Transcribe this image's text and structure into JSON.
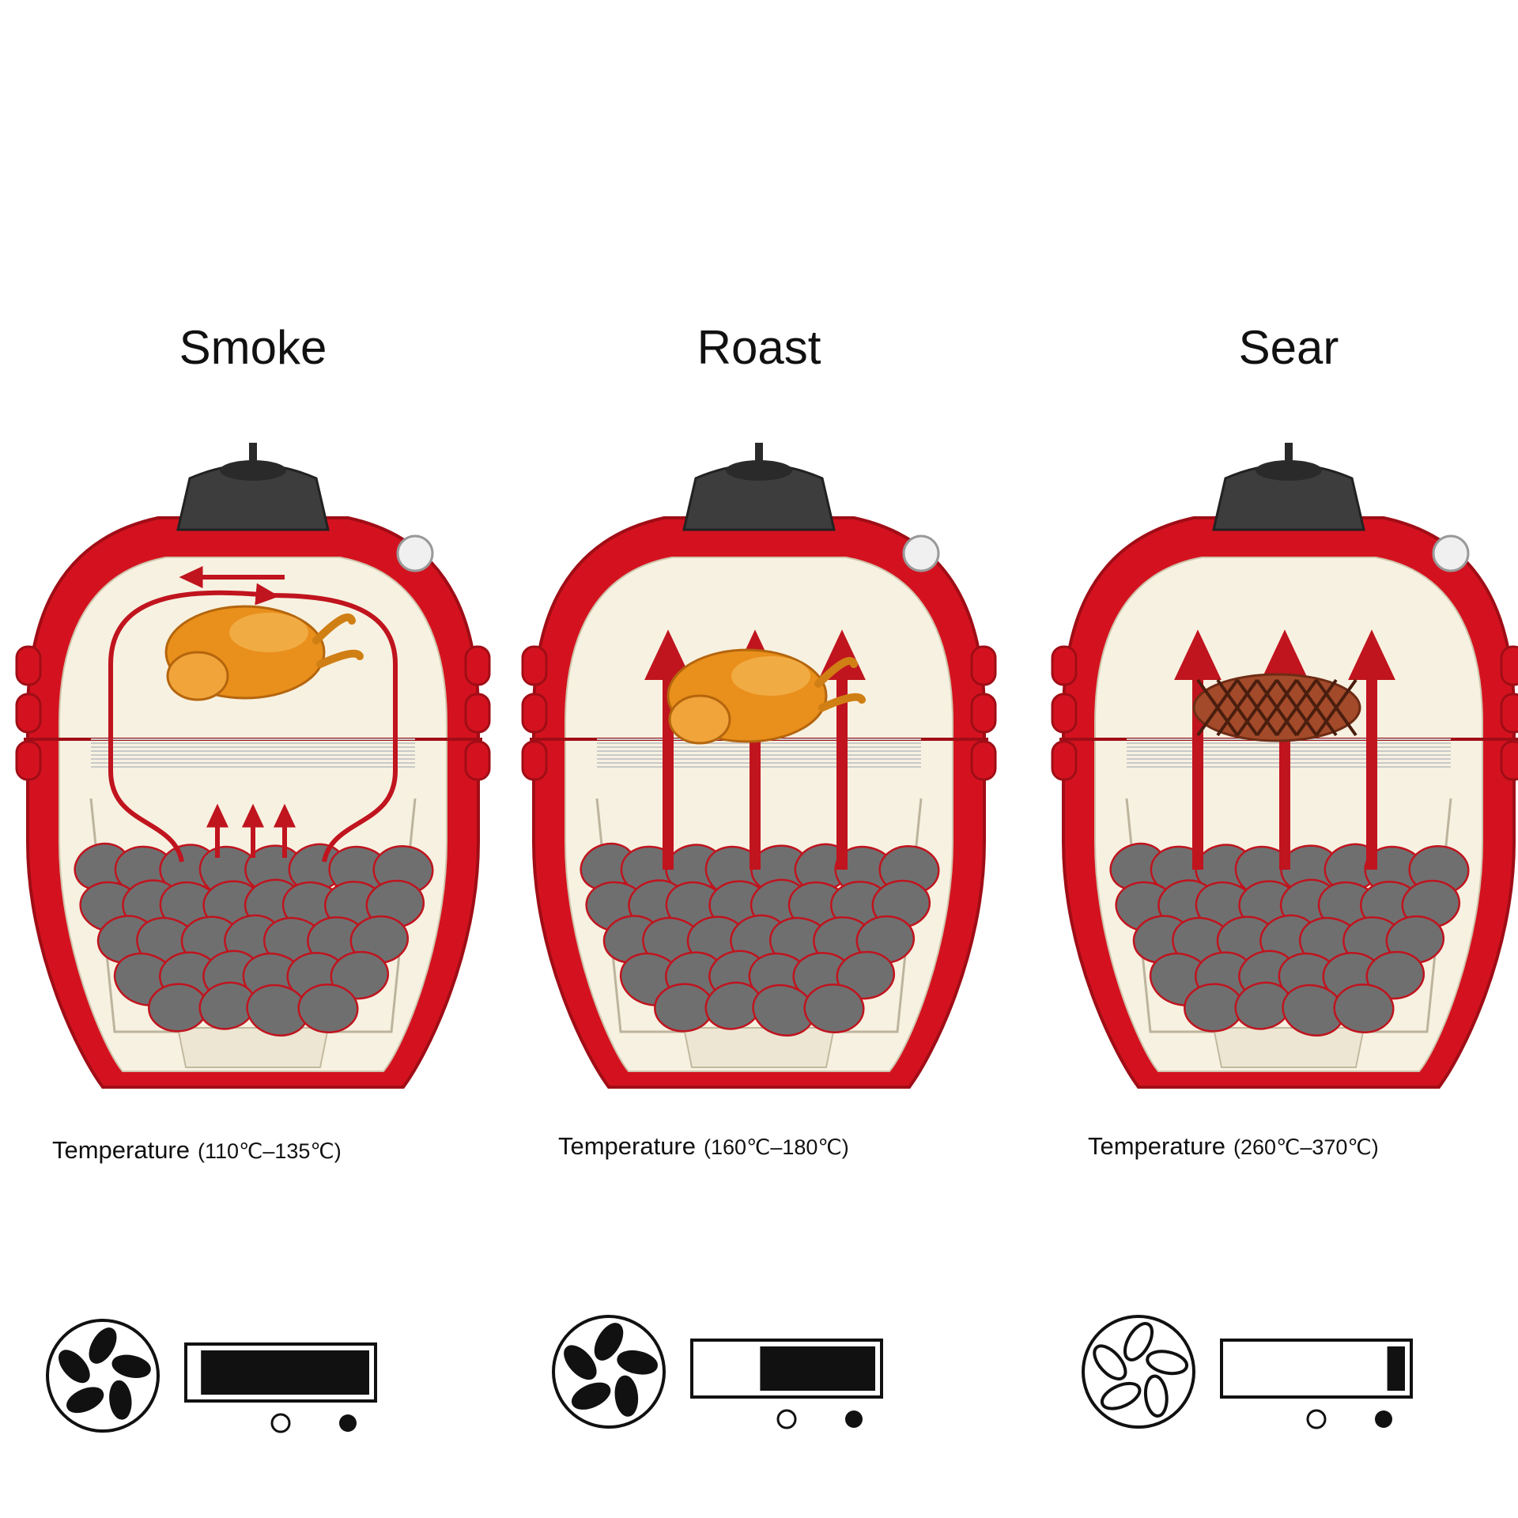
{
  "colors": {
    "shell_red": "#d4121f",
    "shell_dark_red": "#a00d16",
    "interior_cream": "#f7f1e1",
    "lid_cap": "#3d3d3d",
    "coal_gray": "#6f6f70",
    "coal_outline": "#c0141e",
    "arrow_red": "#c0141e",
    "chicken_orange": "#e98f1b",
    "steak_brown": "#a34a2a",
    "ink": "#111111"
  },
  "modes": [
    {
      "title": "Smoke",
      "temperature_label": "Temperature",
      "temperature_range": "(110℃–135℃)",
      "food_icon": "roast-chicken-icon",
      "heat_flow": "indirect-circulating",
      "top_vent_icon": "daisy-wheel-vent-icon",
      "top_vent_opening": "mostly-closed",
      "bottom_vent_icon": "sliding-draft-door-icon",
      "bottom_vent_closed_fraction": 0.95
    },
    {
      "title": "Roast",
      "temperature_label": "Temperature",
      "temperature_range": "(160℃–180℃)",
      "food_icon": "roast-chicken-icon",
      "heat_flow": "direct-upward",
      "top_vent_icon": "daisy-wheel-vent-icon",
      "top_vent_opening": "half-open",
      "bottom_vent_icon": "sliding-draft-door-icon",
      "bottom_vent_closed_fraction": 0.65
    },
    {
      "title": "Sear",
      "temperature_label": "Temperature",
      "temperature_range": "(260℃–370℃)",
      "food_icon": "steak-icon",
      "heat_flow": "direct-upward",
      "top_vent_icon": "daisy-wheel-vent-icon",
      "top_vent_opening": "fully-open",
      "bottom_vent_icon": "sliding-draft-door-icon",
      "bottom_vent_closed_fraction": 0.1
    }
  ]
}
